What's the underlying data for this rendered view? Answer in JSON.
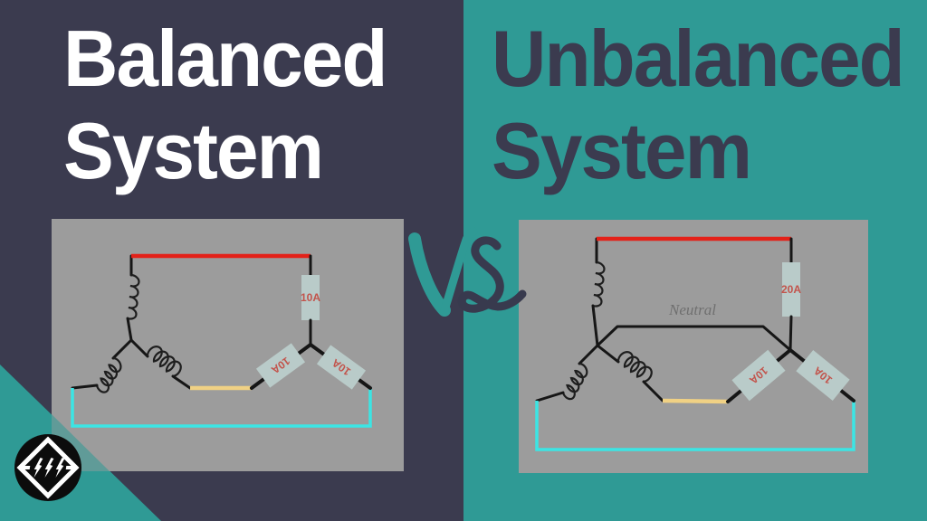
{
  "left_half": {
    "title_line1": "Balanced",
    "title_line2": "System",
    "circuit": {
      "load_top_label": "10A",
      "load_left_label": "10A",
      "load_right_label": "10A"
    }
  },
  "right_half": {
    "title_line1": "Unbalanced",
    "title_line2": "System",
    "circuit": {
      "neutral_label": "Neutral",
      "load_top_label": "20A",
      "load_left_label": "10A",
      "load_right_label": "10A"
    }
  },
  "center": {
    "vs_label": "VS"
  },
  "logo": {
    "name": "lightning-diamond-logo"
  },
  "colors": {
    "navy": "#3b3b4f",
    "teal": "#2f9a95",
    "panel_gray": "#9c9c9c",
    "wire_red": "#e32119",
    "wire_yellow": "#f0d184",
    "wire_cyan": "#3be5e4",
    "wire_black": "#161616",
    "resistor_fill": "#b9cbc9",
    "resistor_text": "#c2544c",
    "neutral_text": "#6f6f6f",
    "title_light": "#ffffff"
  }
}
